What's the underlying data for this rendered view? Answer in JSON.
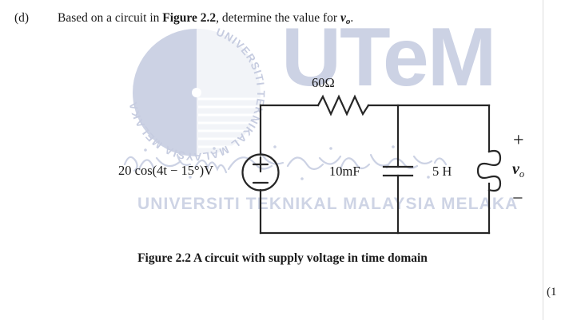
{
  "question": {
    "number": "(d)",
    "text_before_figure": "Based on a circuit in ",
    "figure_ref": "Figure 2.2",
    "text_after_figure": ", determine the value for ",
    "variable": "v",
    "variable_sub": "o",
    "text_end": "."
  },
  "circuit": {
    "resistor_label": "60Ω",
    "source_label": "20 cos(4t − 15°)V",
    "capacitor_label": "10mF",
    "inductor_label": "5 H",
    "output_voltage": "v",
    "output_voltage_sub": "o",
    "polarity_positive": "+",
    "polarity_negative": "−",
    "source_terminal_positive": "+",
    "source_terminal_negative": "−",
    "line_color": "#262626"
  },
  "caption": "Figure 2.2 A circuit with supply voltage in time domain",
  "marks": "(1",
  "watermark": {
    "logo_text": "UTeM",
    "circular_text": "UNIVERSITI TEKNIKAL MALAYSIA MELAKA",
    "bottom_text": "UNIVERSITI TEKNIKAL MALAYSIA MELAKA",
    "color": "#ccd2e4"
  }
}
